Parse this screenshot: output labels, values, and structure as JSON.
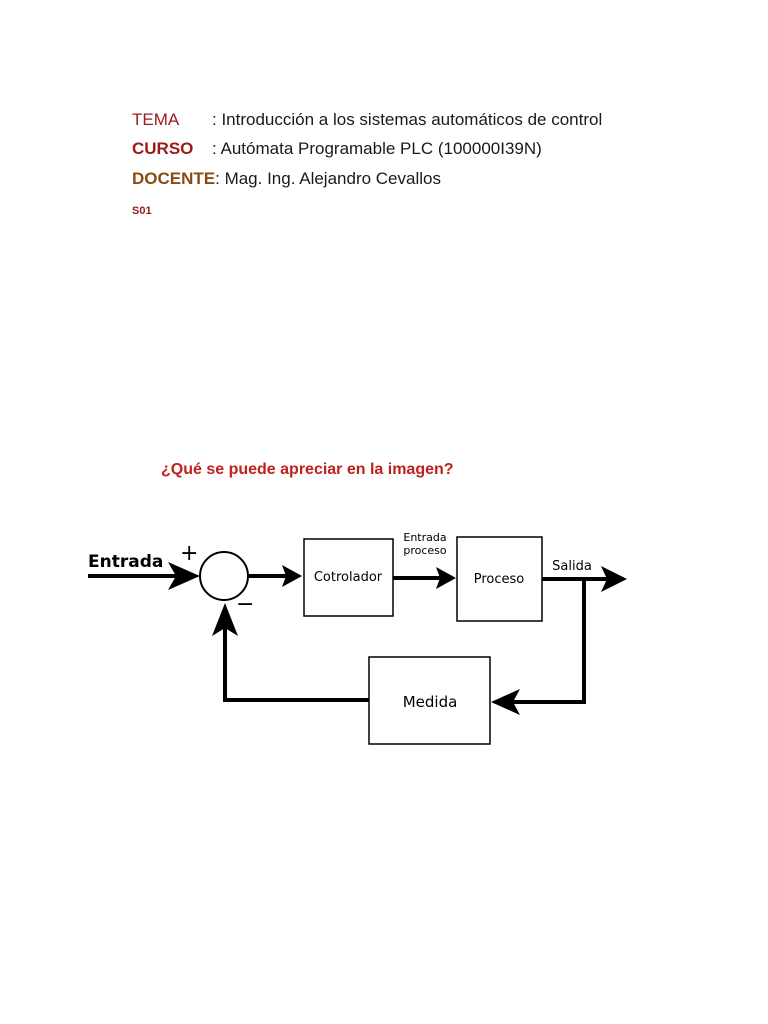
{
  "header": {
    "tema_label": "TEMA",
    "tema_value": ": Introducción a los sistemas automáticos de control",
    "curso_label": "CURSO",
    "curso_value": ":  Autómata Programable PLC (100000I39N)",
    "docente_label": "DOCENTE",
    "docente_value": ":  Mag. Ing. Alejandro Cevallos",
    "code": "S01"
  },
  "question": "¿Qué se puede apreciar en la imagen?",
  "diagram": {
    "input_label": "Entrada",
    "plus_sign": "+",
    "minus_sign": "−",
    "controller_label": "Cotrolador",
    "process_input_line1": "Entrada",
    "process_input_line2": "proceso",
    "process_label": "Proceso",
    "output_label": "Salida",
    "measurement_label": "Medida"
  }
}
